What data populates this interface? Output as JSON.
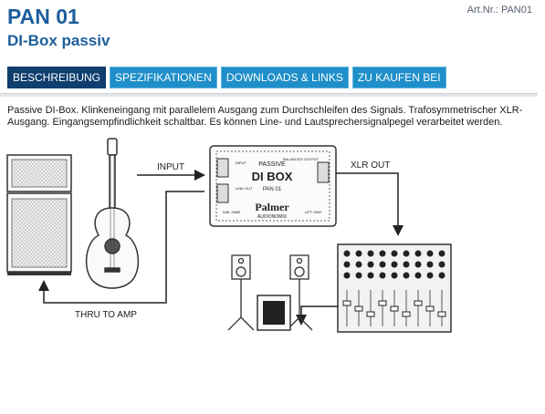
{
  "header": {
    "title": "PAN 01",
    "subtitle": "DI-Box passiv",
    "art_nr": "Art.Nr.: PAN01"
  },
  "tabs": [
    {
      "label": "BESCHREIBUNG",
      "active": true
    },
    {
      "label": "SPEZIFIKATIONEN",
      "active": false
    },
    {
      "label": "DOWNLOADS & LINKS",
      "active": false
    },
    {
      "label": "ZU KAUFEN BEI",
      "active": false
    }
  ],
  "description": "Passive DI-Box. Klinkeneingang mit parallelem Ausgang zum Durchschleifen des Signals. Trafosymmetrischer XLR-Ausgang. Eingangsempfindlichkeit schaltbar. Es können Line- und Lautsprechersignalpegel verarbeitet werden.",
  "diagram": {
    "input_label": "INPUT",
    "xlr_out_label": "XLR OUT",
    "thru_label": "THRU TO AMP",
    "box_passive": "PASSIVE",
    "box_name": "DI BOX",
    "box_model": "PAN 01",
    "brand": "Palmer",
    "brand_sub": "AUDIONOMIX",
    "jack_input": "INPUT",
    "jack_link": "LINK OUT",
    "jack_balanced": "BALANCED OUTPUT",
    "sw_attenuation": "0dB -20dB",
    "sw_ground": "LIFT GND"
  },
  "colors": {
    "title": "#1d5e9c",
    "tab_active": "#0f3f6e",
    "tab": "#1f8fc9"
  }
}
